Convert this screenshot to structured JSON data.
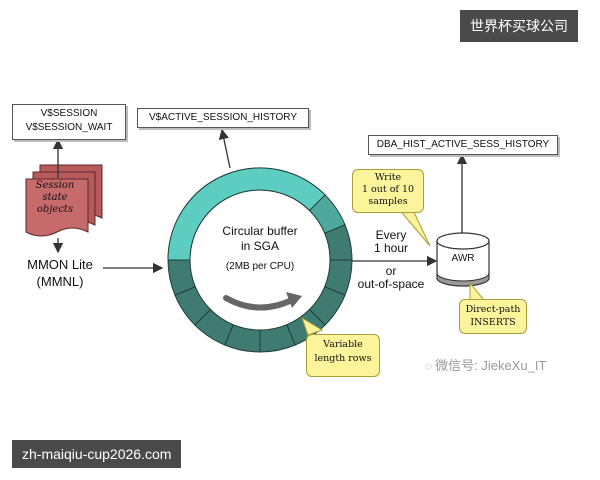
{
  "top_badge": "世界杯买球公司",
  "bottom_badge": "zh-maiqiu-cup2026.com",
  "watermark": "微信号: JiekeXu_IT",
  "vsession": {
    "line1": "V$SESSION",
    "line2": "V$SESSION_WAIT"
  },
  "ash_box": "V$ACTIVE_SESSION_HISTORY",
  "dba_box": "DBA_HIST_ACTIVE_SESS_HISTORY",
  "session_objects": {
    "line1": "Session",
    "line2": "state",
    "line3": "objects"
  },
  "mmon": {
    "line1": "MMON Lite",
    "line2": "(MMNL)"
  },
  "buffer": {
    "line1": "Circular buffer",
    "line2": "in SGA",
    "line3": "(2MB per CPU)"
  },
  "every": {
    "line1": "Every",
    "line2": "1 hour",
    "line3": "or",
    "line4": "out-of-space"
  },
  "write_note": {
    "line1": "Write",
    "line2": "1 out of 10",
    "line3": "samples"
  },
  "awr": "AWR",
  "direct_note": {
    "line1": "Direct-path",
    "line2": "INSERTS"
  },
  "variable_note": {
    "line1": "Variable",
    "line2": "length rows"
  },
  "colors": {
    "ring_light": "#5ecdc1",
    "ring_dark": "#3f7b70",
    "stack": "#b65a5c",
    "note": "#fbf49a"
  }
}
